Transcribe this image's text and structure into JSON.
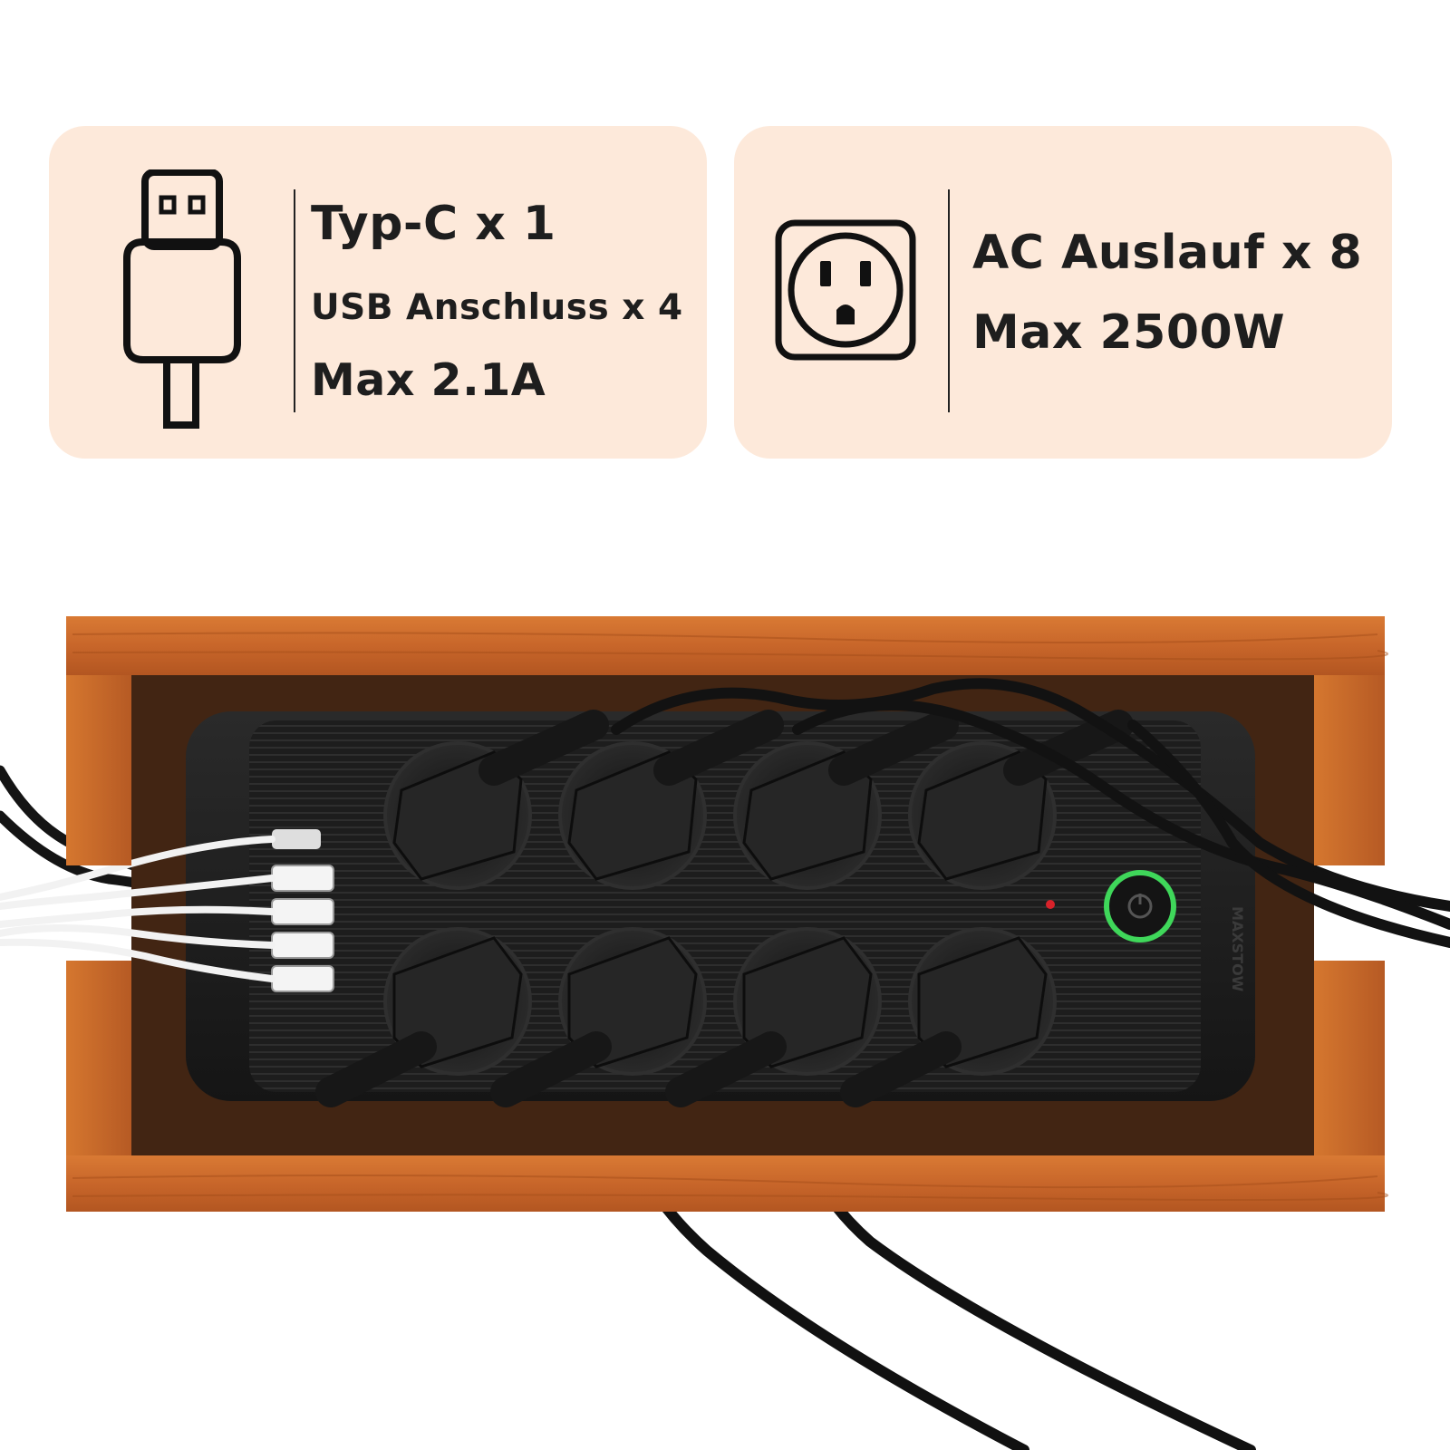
{
  "usb_card": {
    "line1": "Typ-C x 1",
    "line2": "USB Anschluss x 4",
    "line3": "Max 2.1A",
    "icon": "usb-plug-icon"
  },
  "ac_card": {
    "line1": "AC Auslauf x 8",
    "line2": "Max 2500W",
    "icon": "ac-outlet-icon"
  },
  "product_photo": {
    "brand_text": "MAXSTOW",
    "ac_outlets": 8,
    "usb_ports": 5
  },
  "colors": {
    "card_bg": "#fde9da",
    "text": "#1e1e1e",
    "wood": "#c9692a",
    "power_ring": "#3fd75a"
  }
}
